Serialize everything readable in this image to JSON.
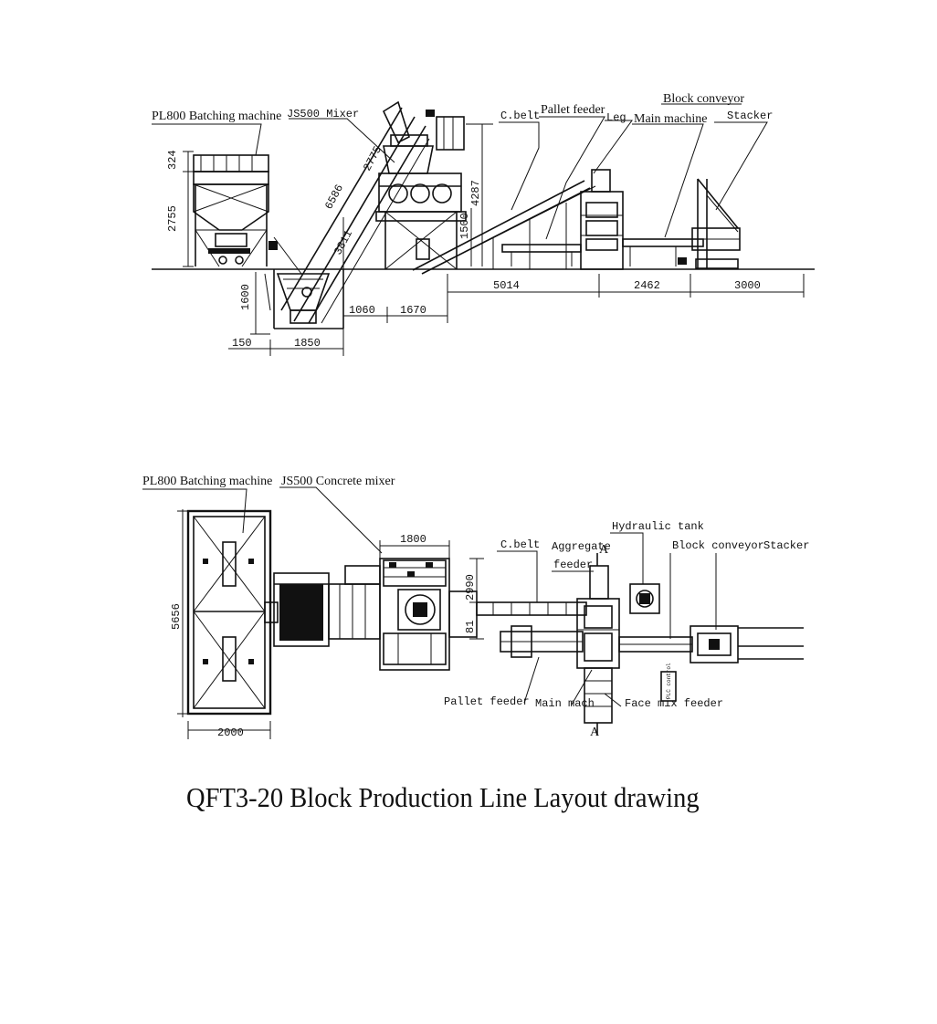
{
  "title": "QFT3-20 Block Production Line Layout drawing",
  "side_view": {
    "labels": {
      "batching": "PL800  Batching machine",
      "mixer": "JS500 Mixer",
      "cbelt": "C.belt",
      "pallet_feeder": "Pallet feeder",
      "leg": "Leg",
      "main_machine": "Main machine",
      "block_conveyor": "Block conveyor",
      "stacker": "Stacker"
    },
    "dims": {
      "d324": "324",
      "d2755": "2755",
      "d1600": "1600",
      "d6586": "6586",
      "d3811": "3811",
      "d2775": "2775",
      "d4287": "4287",
      "d1500": "1500",
      "d5014": "5014",
      "d2462": "2462",
      "d3000": "3000",
      "d1060": "1060",
      "d1670": "1670",
      "d150": "150",
      "d1850": "1850"
    }
  },
  "plan_view": {
    "labels": {
      "batching": "PL800 Batching machine",
      "mixer": "JS500 Concrete mixer",
      "cbelt": "C.belt",
      "aggregate_feeder_1": "Aggregate",
      "aggregate_feeder_2": "feeder",
      "hydraulic_tank": "Hydraulic tank",
      "block_conveyor": "Block conveyor",
      "stacker": "Stacker",
      "pallet_feeder": "Pallet feeder",
      "main_machine": "Main mach",
      "face_mix_feeder": "Face mix feeder",
      "section_a_top": "A",
      "section_a_bottom": "A",
      "control_box": "PLC control"
    },
    "dims": {
      "d1800": "1800",
      "d2990": "2990",
      "d81": "81",
      "d5656": "5656",
      "d2000": "2000"
    }
  }
}
